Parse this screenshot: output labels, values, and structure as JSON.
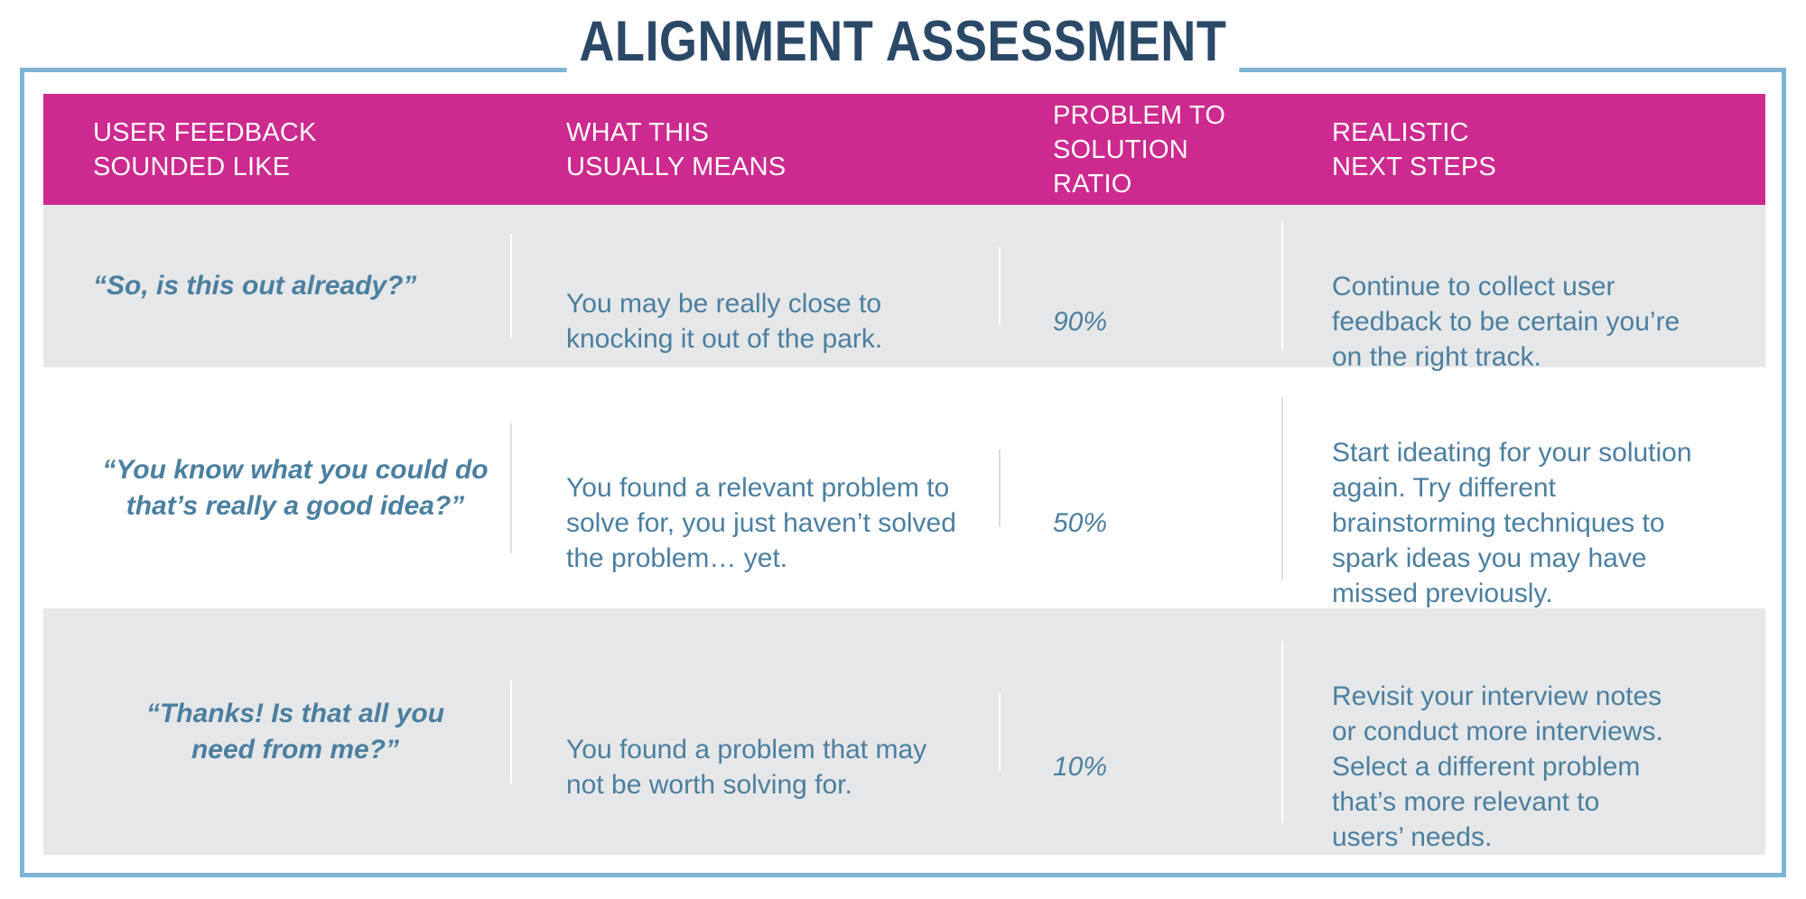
{
  "page": {
    "title": "ALIGNMENT ASSESSMENT",
    "frame_color": "#7CB4D4",
    "title_color": "#2B4867",
    "header_bg": "#CC2A8E",
    "header_text_color": "#FFFFFF",
    "body_text_color": "#4B7FA0",
    "shaded_row_bg": "#E6E7E8",
    "plain_row_bg": "#FFFFFF"
  },
  "table": {
    "columns": [
      {
        "id": "user-feedback",
        "header": "USER FEEDBACK\nSOUNDED LIKE"
      },
      {
        "id": "usually-means",
        "header": "WHAT THIS\nUSUALLY MEANS"
      },
      {
        "id": "problem-solution-ratio",
        "header": "PROBLEM TO\nSOLUTION RATIO"
      },
      {
        "id": "next-steps",
        "header": "REALISTIC\nNEXT STEPS"
      }
    ],
    "rows": [
      {
        "shaded": true,
        "align": "left",
        "feedback": "“So, is this out already?”",
        "means": "You may be really close to\nknocking it out of the park.",
        "ratio": "90%",
        "next_steps": "Continue to collect user\nfeedback to be certain you’re\non the right track."
      },
      {
        "shaded": false,
        "align": "center",
        "feedback": "“You know what you could do\nthat’s really a good idea?”",
        "means": "You found a relevant problem to\nsolve for, you just haven’t solved\nthe problem… yet.",
        "ratio": "50%",
        "next_steps": "Start ideating for your solution\nagain. Try different\nbrainstorming techniques to\nspark ideas you may have\nmissed previously."
      },
      {
        "shaded": true,
        "align": "center",
        "feedback": "“Thanks! Is that all you\nneed from me?”",
        "means": "You found a problem that may\nnot be worth solving for.",
        "ratio": "10%",
        "next_steps": "Revisit your interview notes\nor conduct more interviews.\nSelect a different problem\nthat’s more relevant to\nusers’ needs."
      }
    ]
  }
}
